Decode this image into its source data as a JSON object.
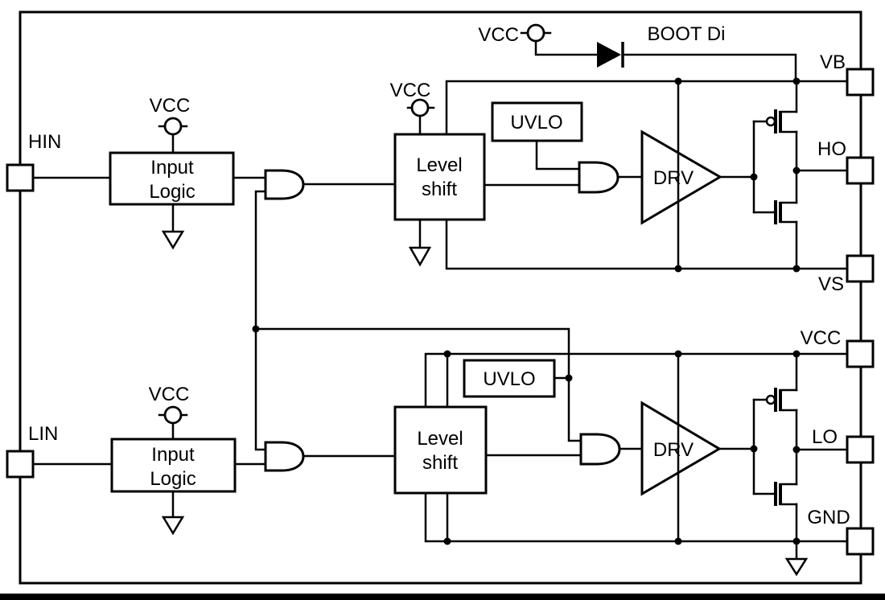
{
  "figure": {
    "type": "ic-block-diagram",
    "description": "Half-bridge gate driver IC functional block diagram",
    "colors": {
      "background": "#ffffff",
      "line": "#000000",
      "text": "#000000"
    },
    "pins": {
      "hin": "HIN",
      "lin": "LIN",
      "vb": "VB",
      "ho": "HO",
      "vs": "VS",
      "vcc": "VCC",
      "lo": "LO",
      "gnd": "GND"
    },
    "supplies": {
      "vcc": "VCC"
    },
    "boot": {
      "vcc_label": "VCC",
      "diode_label": "BOOT Di"
    },
    "blocks": {
      "input_logic": {
        "line1": "Input",
        "line2": "Logic"
      },
      "level_shift": {
        "line1": "Level",
        "line2": "shift"
      },
      "uvlo": "UVLO",
      "drv": "DRV"
    }
  }
}
